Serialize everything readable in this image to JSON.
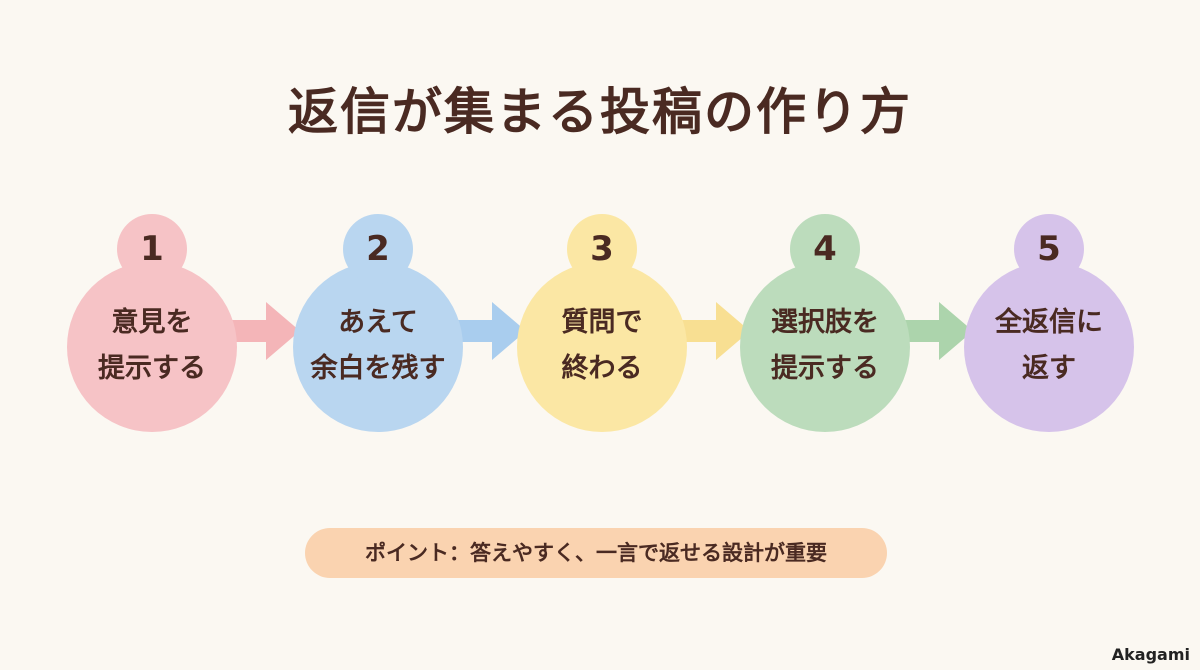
{
  "title": "返信が集まる投稿の作り方",
  "steps": [
    {
      "number": "1",
      "line1": "意見を",
      "line2": "提示する",
      "circle_color": "#f6c3c6",
      "badge_color": "#f6c3c6",
      "arrow_color": "#f4b5b8"
    },
    {
      "number": "2",
      "line1": "あえて",
      "line2": "余白を残す",
      "circle_color": "#b9d6f0",
      "badge_color": "#b9d6f0",
      "arrow_color": "#a9cdee"
    },
    {
      "number": "3",
      "line1": "質問で",
      "line2": "終わる",
      "circle_color": "#fbe7a4",
      "badge_color": "#fbe7a4",
      "arrow_color": "#f8df92"
    },
    {
      "number": "4",
      "line1": "選択肢を",
      "line2": "提示する",
      "circle_color": "#bcdcbc",
      "badge_color": "#bcdcbc",
      "arrow_color": "#acd4ac"
    },
    {
      "number": "5",
      "line1": "全返信に",
      "line2": "返す",
      "circle_color": "#d6c3ea",
      "badge_color": "#d6c3ea"
    }
  ],
  "point": "ポイント：答えやすく、一言で返せる設計が重要",
  "brand": "Akagami"
}
